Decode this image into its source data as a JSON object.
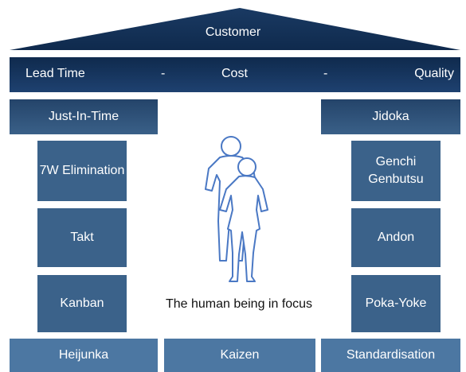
{
  "roof": {
    "label": "Customer"
  },
  "band": {
    "left": "Lead Time",
    "sep1": "-",
    "center": "Cost",
    "sep2": "-",
    "right": "Quality"
  },
  "pillars": {
    "left_header": "Just-In-Time",
    "right_header": "Jidoka",
    "left": [
      "7W Elimination",
      "Takt",
      "Kanban"
    ],
    "right": [
      "Genchi Genbutsu",
      "Andon",
      "Poka-Yoke"
    ]
  },
  "center": {
    "caption": "The human being in focus"
  },
  "foundation": [
    "Heijunka",
    "Kaizen",
    "Standardisation"
  ],
  "colors": {
    "roof": "#0f2a4d",
    "pillar": "#3b628a",
    "foundation": "#4c77a2",
    "figure_outline": "#4a78c4"
  }
}
